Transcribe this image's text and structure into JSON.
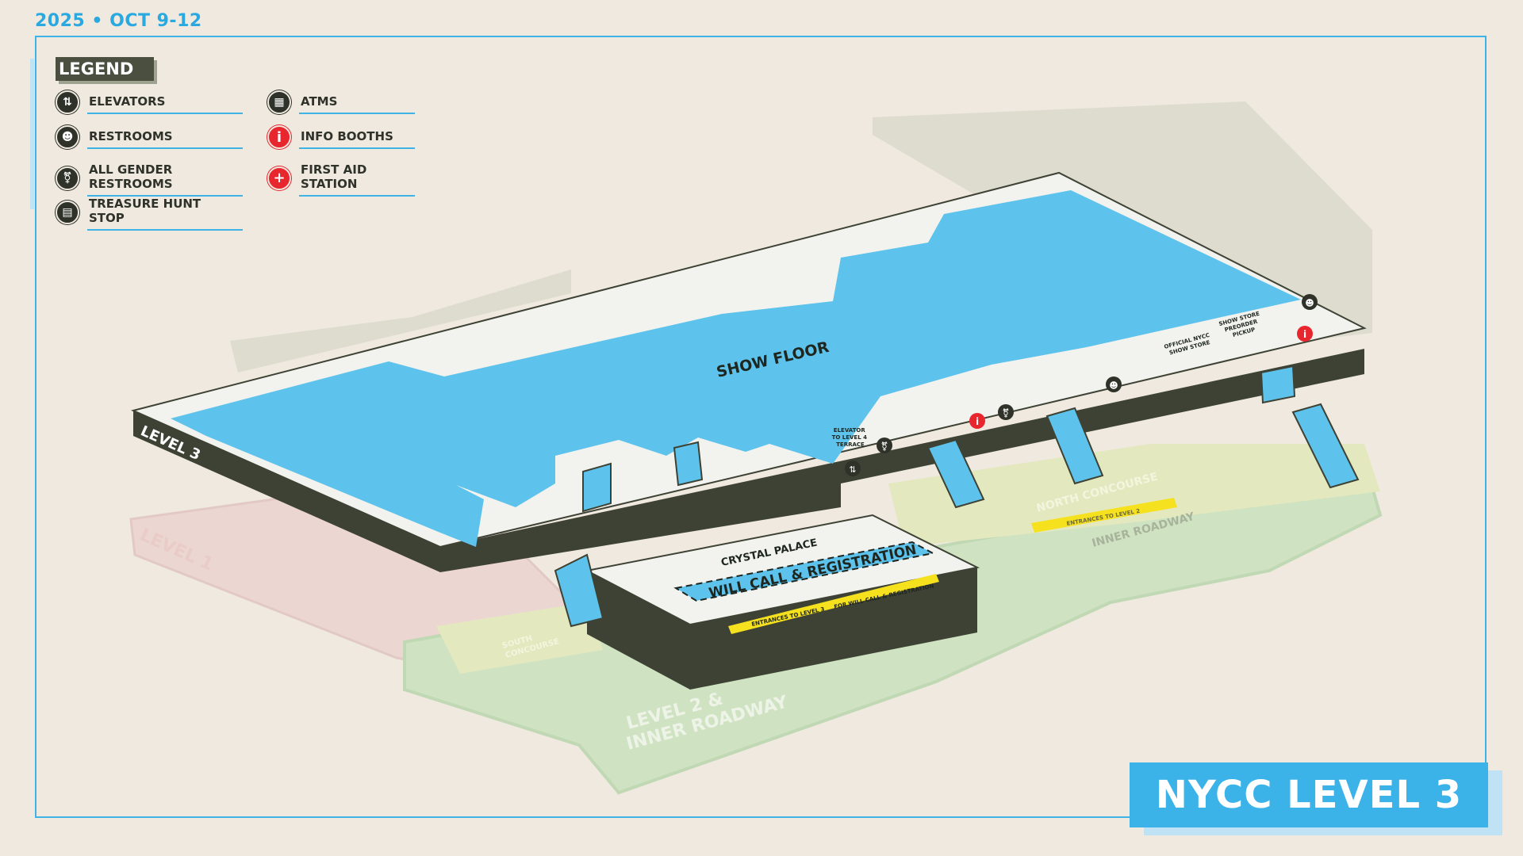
{
  "header": {
    "date": "2025 • OCT 9-12"
  },
  "legend": {
    "title": "LEGEND",
    "items": [
      {
        "label": "ELEVATORS",
        "icon": "elevator-icon",
        "glyph": "⇅",
        "style": "dark"
      },
      {
        "label": "RESTROOMS",
        "icon": "restroom-icon",
        "glyph": "☻",
        "style": "dark"
      },
      {
        "label": "ALL GENDER RESTROOMS",
        "icon": "all-gender-restroom-icon",
        "glyph": "⚧",
        "style": "dark"
      },
      {
        "label": "TREASURE HUNT STOP",
        "icon": "treasure-chest-icon",
        "glyph": "▤",
        "style": "dark"
      },
      {
        "label": "ATMS",
        "icon": "atm-icon",
        "glyph": "▦",
        "style": "dark"
      },
      {
        "label": "INFO BOOTHS",
        "icon": "info-icon",
        "glyph": "i",
        "style": "red"
      },
      {
        "label": "FIRST AID STATION",
        "icon": "first-aid-icon",
        "glyph": "+",
        "style": "red"
      }
    ]
  },
  "map": {
    "show_floor": "SHOW FLOOR",
    "level3": "LEVEL 3",
    "level1": "LEVEL 1",
    "level2_line1": "LEVEL 2 &",
    "level2_line2": "INNER ROADWAY",
    "crystal_palace": "CRYSTAL PALACE",
    "will_call": "WILL CALL & REGISTRATION",
    "entrances_l3": "ENTRANCES TO LEVEL 3",
    "for_will_call": "FOR WILL CALL & REGISTRATION",
    "entrances_l2": "ENTRANCES TO LEVEL 2",
    "north_concourse": "NORTH CONCOURSE",
    "inner_roadway": "INNER ROADWAY",
    "south_concourse_1": "SOUTH",
    "south_concourse_2": "CONCOURSE",
    "elevator_terrace": [
      "ELEVATOR",
      "TO LEVEL 4",
      "TERRACE"
    ],
    "official_store": [
      "OFFICIAL NYCC",
      "SHOW STORE"
    ],
    "preorder": [
      "SHOW STORE",
      "PREORDER",
      "PICKUP"
    ],
    "colors": {
      "floor": "#5ec3ec",
      "wall": "#3d4234",
      "frame": "#3fb2e6",
      "red": "#e8262e",
      "yellow": "#f6e11f"
    }
  },
  "badge": {
    "title": "NYCC LEVEL 3"
  }
}
